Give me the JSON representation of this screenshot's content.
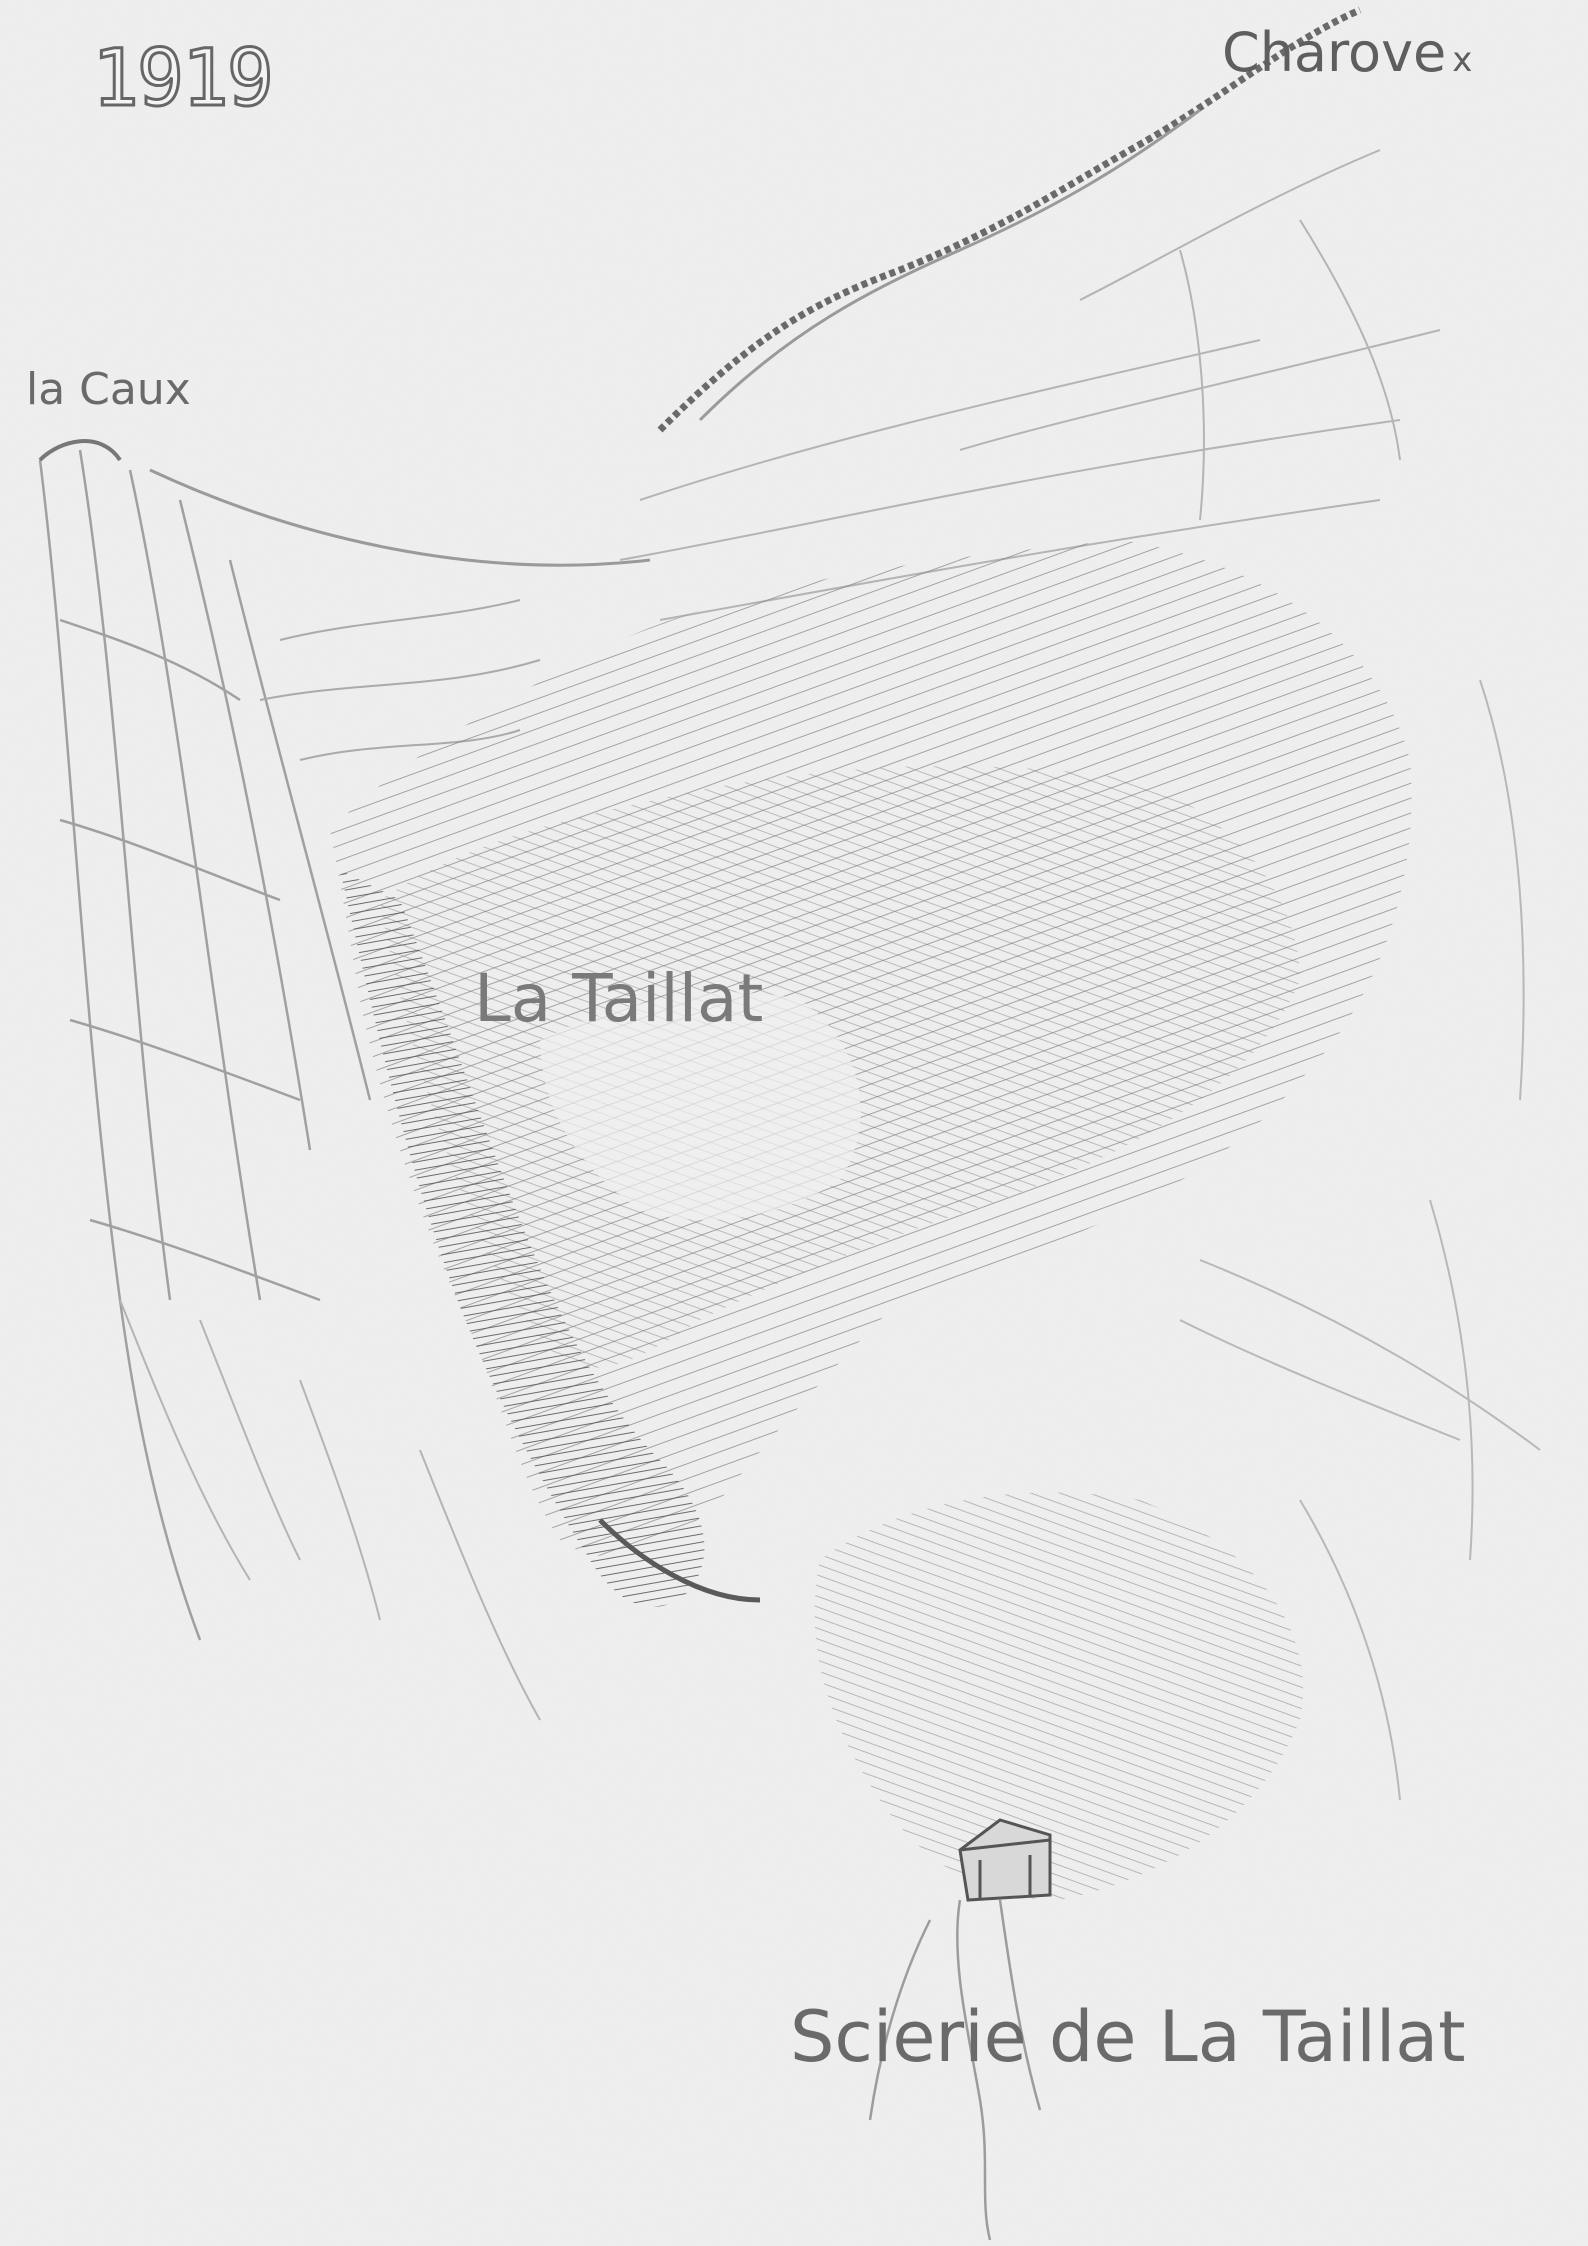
{
  "drawing": {
    "year": "1919",
    "labels": {
      "charovex": "Charove",
      "charovex_mark": "x",
      "la_caux": "la Caux",
      "la_taillat": "La Taillat",
      "scierie": "Scierie de La Taillat"
    },
    "colors": {
      "paper": "#efefef",
      "pencil_light": "#b0b0b0",
      "pencil_mid": "#8a8a8a",
      "pencil_dark": "#5a5a5a"
    }
  }
}
